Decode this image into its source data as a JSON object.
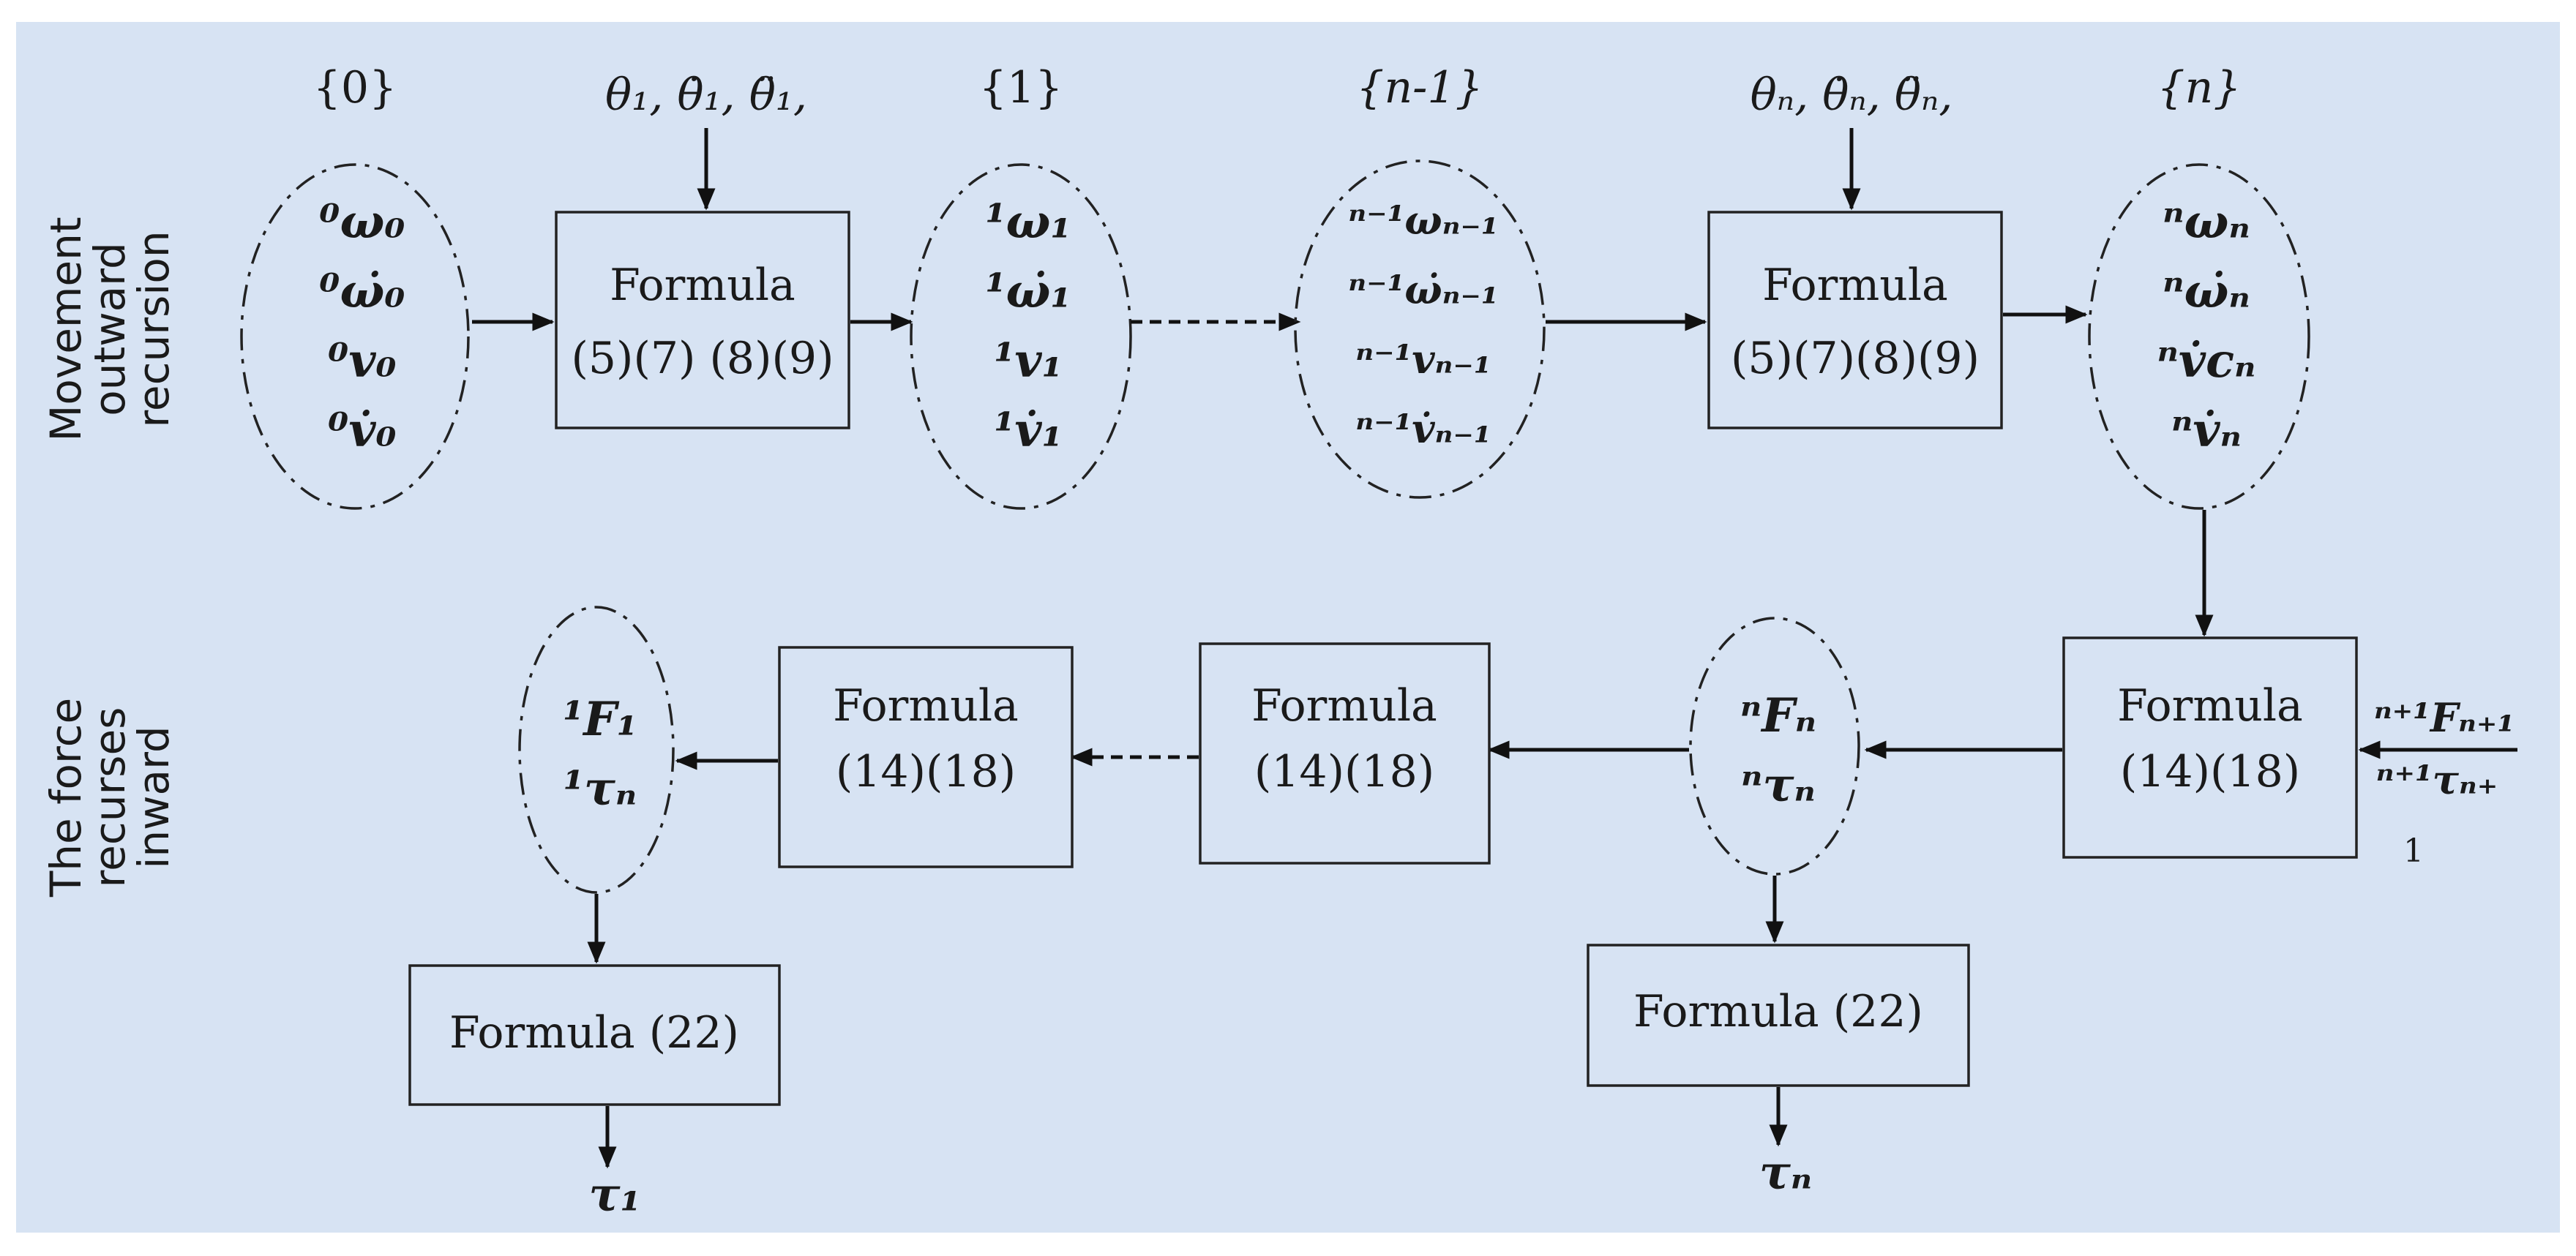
{
  "side_labels": {
    "top": [
      "Movement",
      "outward",
      "recursion"
    ],
    "bottom": [
      "The force",
      "recurses",
      "inward"
    ]
  },
  "frame_labels": {
    "f0": "{0}",
    "f1": "{1}",
    "fn1": "{n-1}",
    "fn": "{n}"
  },
  "joint_inputs": {
    "first": "θ₁, θ̇₁, θ̈₁,",
    "nth": "θₙ, θ̇ₙ, θ̈ₙ,"
  },
  "boxes": {
    "top_1": {
      "title": "Formula",
      "refs": "(5)(7) (8)(9)"
    },
    "top_2": {
      "title": "Formula",
      "refs": "(5)(7)(8)(9)"
    },
    "mid_right": {
      "title": "Formula",
      "refs": "(14)(18)"
    },
    "mid_center": {
      "title": "Formula",
      "refs": "(14)(18)"
    },
    "mid_left": {
      "title": "Formula",
      "refs": "(14)(18)"
    },
    "bottom_left": {
      "title": "Formula (22)"
    },
    "bottom_right": {
      "title": "Formula (22)"
    }
  },
  "ellipse_symbols": {
    "e0": [
      "⁰ω₀",
      "⁰ω̇₀",
      "⁰v₀",
      "⁰v̇₀"
    ],
    "e1": [
      "¹ω₁",
      "¹ω̇₁",
      "¹v₁",
      "¹v̇₁"
    ],
    "en1": [
      "ⁿ⁻¹ωₙ₋₁",
      "ⁿ⁻¹ω̇ₙ₋₁",
      "ⁿ⁻¹vₙ₋₁",
      "ⁿ⁻¹v̇ₙ₋₁"
    ],
    "en": [
      "ⁿωₙ",
      "ⁿω̇ₙ",
      "ⁿv̇cₙ",
      "ⁿv̇ₙ"
    ],
    "ef_n": [
      "ⁿFₙ",
      "ⁿτₙ"
    ],
    "ef_1": [
      "¹F₁",
      "¹τₙ"
    ]
  },
  "external_input": {
    "force": "ⁿ⁺¹Fₙ₊₁",
    "torque": "ⁿ⁺¹τₙ₊",
    "torque_wrap": "1"
  },
  "outputs": {
    "tau_1": "τ₁",
    "tau_n": "τₙ"
  },
  "colors": {
    "panel": "#d7e3f3",
    "stroke": "#222222"
  }
}
